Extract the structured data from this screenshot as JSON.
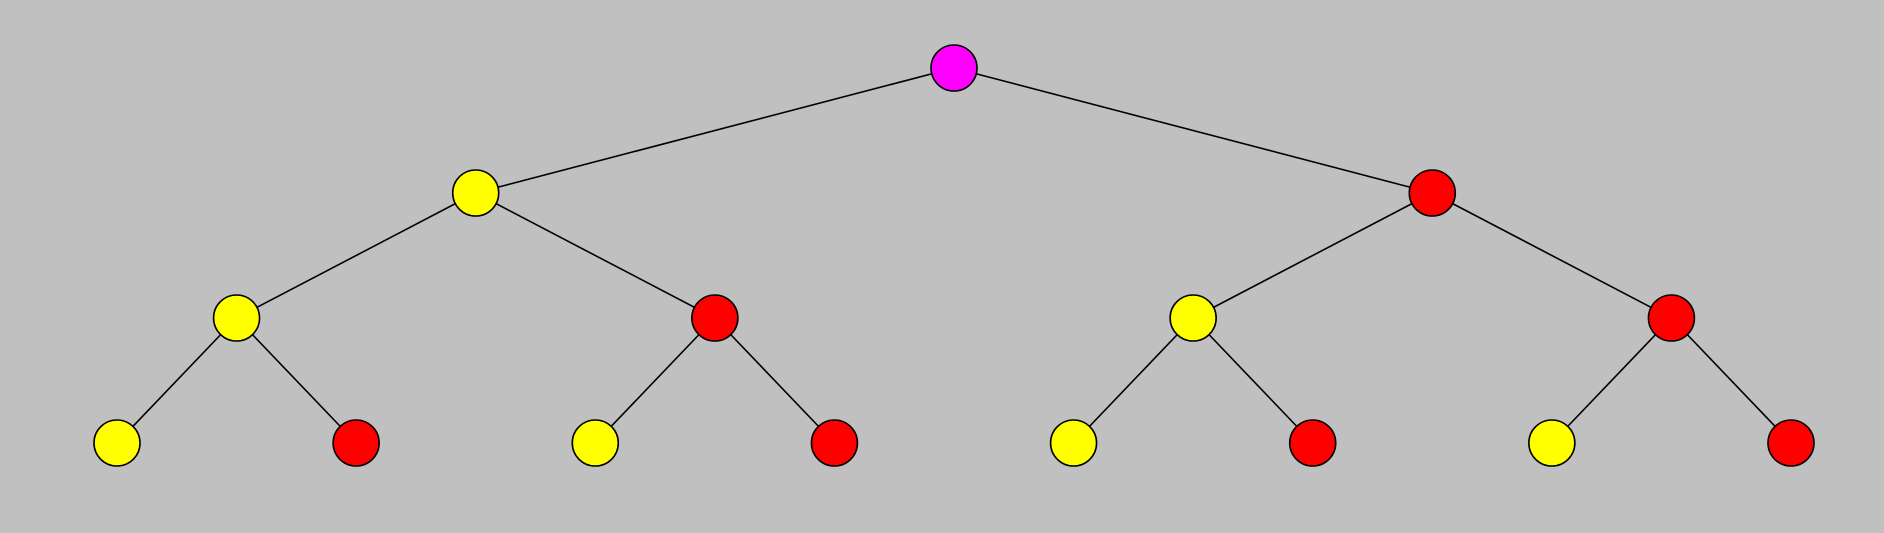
{
  "background_color": "#c0c0c0",
  "edge_color": "#000000",
  "node_stroke_color": "#000000",
  "colors": {
    "root": "#ff00ff",
    "yellow": "#ffff00",
    "red": "#ff0000"
  },
  "tree": {
    "depth": 3,
    "root": {
      "color": "root",
      "children": [
        {
          "color": "yellow",
          "children": [
            {
              "color": "yellow",
              "children": [
                {
                  "color": "yellow"
                },
                {
                  "color": "red"
                }
              ]
            },
            {
              "color": "red",
              "children": [
                {
                  "color": "yellow"
                },
                {
                  "color": "red"
                }
              ]
            }
          ]
        },
        {
          "color": "red",
          "children": [
            {
              "color": "yellow",
              "children": [
                {
                  "color": "yellow"
                },
                {
                  "color": "red"
                }
              ]
            },
            {
              "color": "red",
              "children": [
                {
                  "color": "yellow"
                },
                {
                  "color": "red"
                }
              ]
            }
          ]
        }
      ]
    }
  }
}
